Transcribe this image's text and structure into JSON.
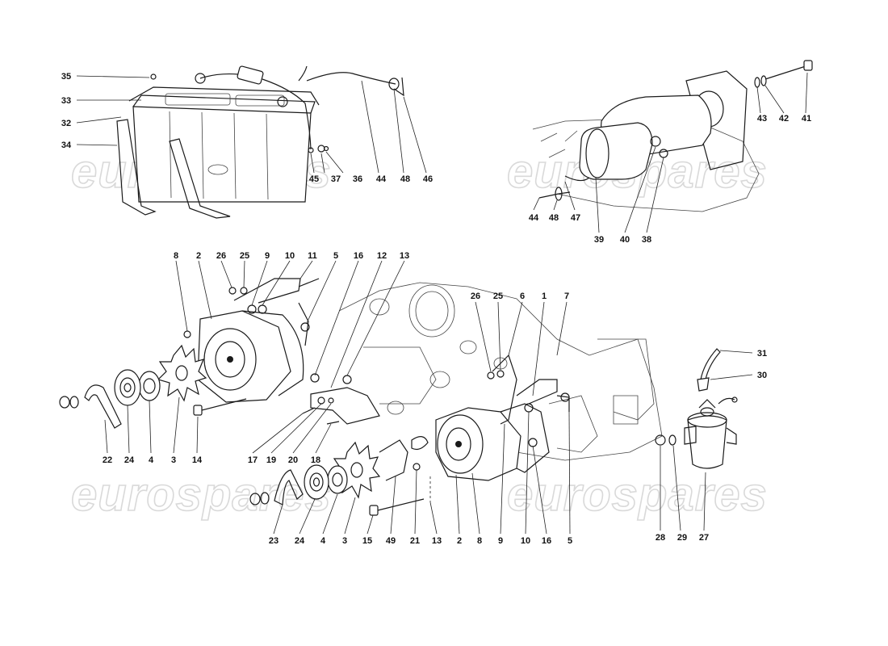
{
  "watermark": "eurospares",
  "callouts": {
    "battery": [
      {
        "id": "c35",
        "text": "35"
      },
      {
        "id": "c33",
        "text": "33"
      },
      {
        "id": "c32",
        "text": "32"
      },
      {
        "id": "c34",
        "text": "34"
      },
      {
        "id": "c45",
        "text": "45"
      },
      {
        "id": "c37",
        "text": "37"
      },
      {
        "id": "c36",
        "text": "36"
      },
      {
        "id": "c44a",
        "text": "44"
      },
      {
        "id": "c48a",
        "text": "48"
      },
      {
        "id": "c46",
        "text": "46"
      }
    ],
    "starter": [
      {
        "id": "c43",
        "text": "43"
      },
      {
        "id": "c42",
        "text": "42"
      },
      {
        "id": "c41",
        "text": "41"
      },
      {
        "id": "c44b",
        "text": "44"
      },
      {
        "id": "c48b",
        "text": "48"
      },
      {
        "id": "c47",
        "text": "47"
      },
      {
        "id": "c39",
        "text": "39"
      },
      {
        "id": "c40",
        "text": "40"
      },
      {
        "id": "c38",
        "text": "38"
      }
    ],
    "alternator_top": [
      {
        "id": "t8",
        "text": "8"
      },
      {
        "id": "t2",
        "text": "2"
      },
      {
        "id": "t26",
        "text": "26"
      },
      {
        "id": "t25",
        "text": "25"
      },
      {
        "id": "t9",
        "text": "9"
      },
      {
        "id": "t10",
        "text": "10"
      },
      {
        "id": "t11",
        "text": "11"
      },
      {
        "id": "t5",
        "text": "5"
      },
      {
        "id": "t16",
        "text": "16"
      },
      {
        "id": "t12",
        "text": "12"
      },
      {
        "id": "t13",
        "text": "13"
      },
      {
        "id": "t26b",
        "text": "26"
      },
      {
        "id": "t25b",
        "text": "25"
      },
      {
        "id": "t6",
        "text": "6"
      },
      {
        "id": "t1",
        "text": "1"
      },
      {
        "id": "t7",
        "text": "7"
      }
    ],
    "alternator_mid": [
      {
        "id": "m22",
        "text": "22"
      },
      {
        "id": "m24",
        "text": "24"
      },
      {
        "id": "m4",
        "text": "4"
      },
      {
        "id": "m3",
        "text": "3"
      },
      {
        "id": "m14",
        "text": "14"
      },
      {
        "id": "m17",
        "text": "17"
      },
      {
        "id": "m19",
        "text": "19"
      },
      {
        "id": "m20",
        "text": "20"
      },
      {
        "id": "m18",
        "text": "18"
      }
    ],
    "alternator_bottom": [
      {
        "id": "b23",
        "text": "23"
      },
      {
        "id": "b24",
        "text": "24"
      },
      {
        "id": "b4",
        "text": "4"
      },
      {
        "id": "b3",
        "text": "3"
      },
      {
        "id": "b15",
        "text": "15"
      },
      {
        "id": "b49",
        "text": "49"
      },
      {
        "id": "b21",
        "text": "21"
      },
      {
        "id": "b13",
        "text": "13"
      },
      {
        "id": "b2",
        "text": "2"
      },
      {
        "id": "b8",
        "text": "8"
      },
      {
        "id": "b9",
        "text": "9"
      },
      {
        "id": "b10",
        "text": "10"
      },
      {
        "id": "b16",
        "text": "16"
      },
      {
        "id": "b5",
        "text": "5"
      }
    ],
    "coil": [
      {
        "id": "k31",
        "text": "31"
      },
      {
        "id": "k30",
        "text": "30"
      },
      {
        "id": "k28",
        "text": "28"
      },
      {
        "id": "k29",
        "text": "29"
      },
      {
        "id": "k27",
        "text": "27"
      }
    ]
  }
}
